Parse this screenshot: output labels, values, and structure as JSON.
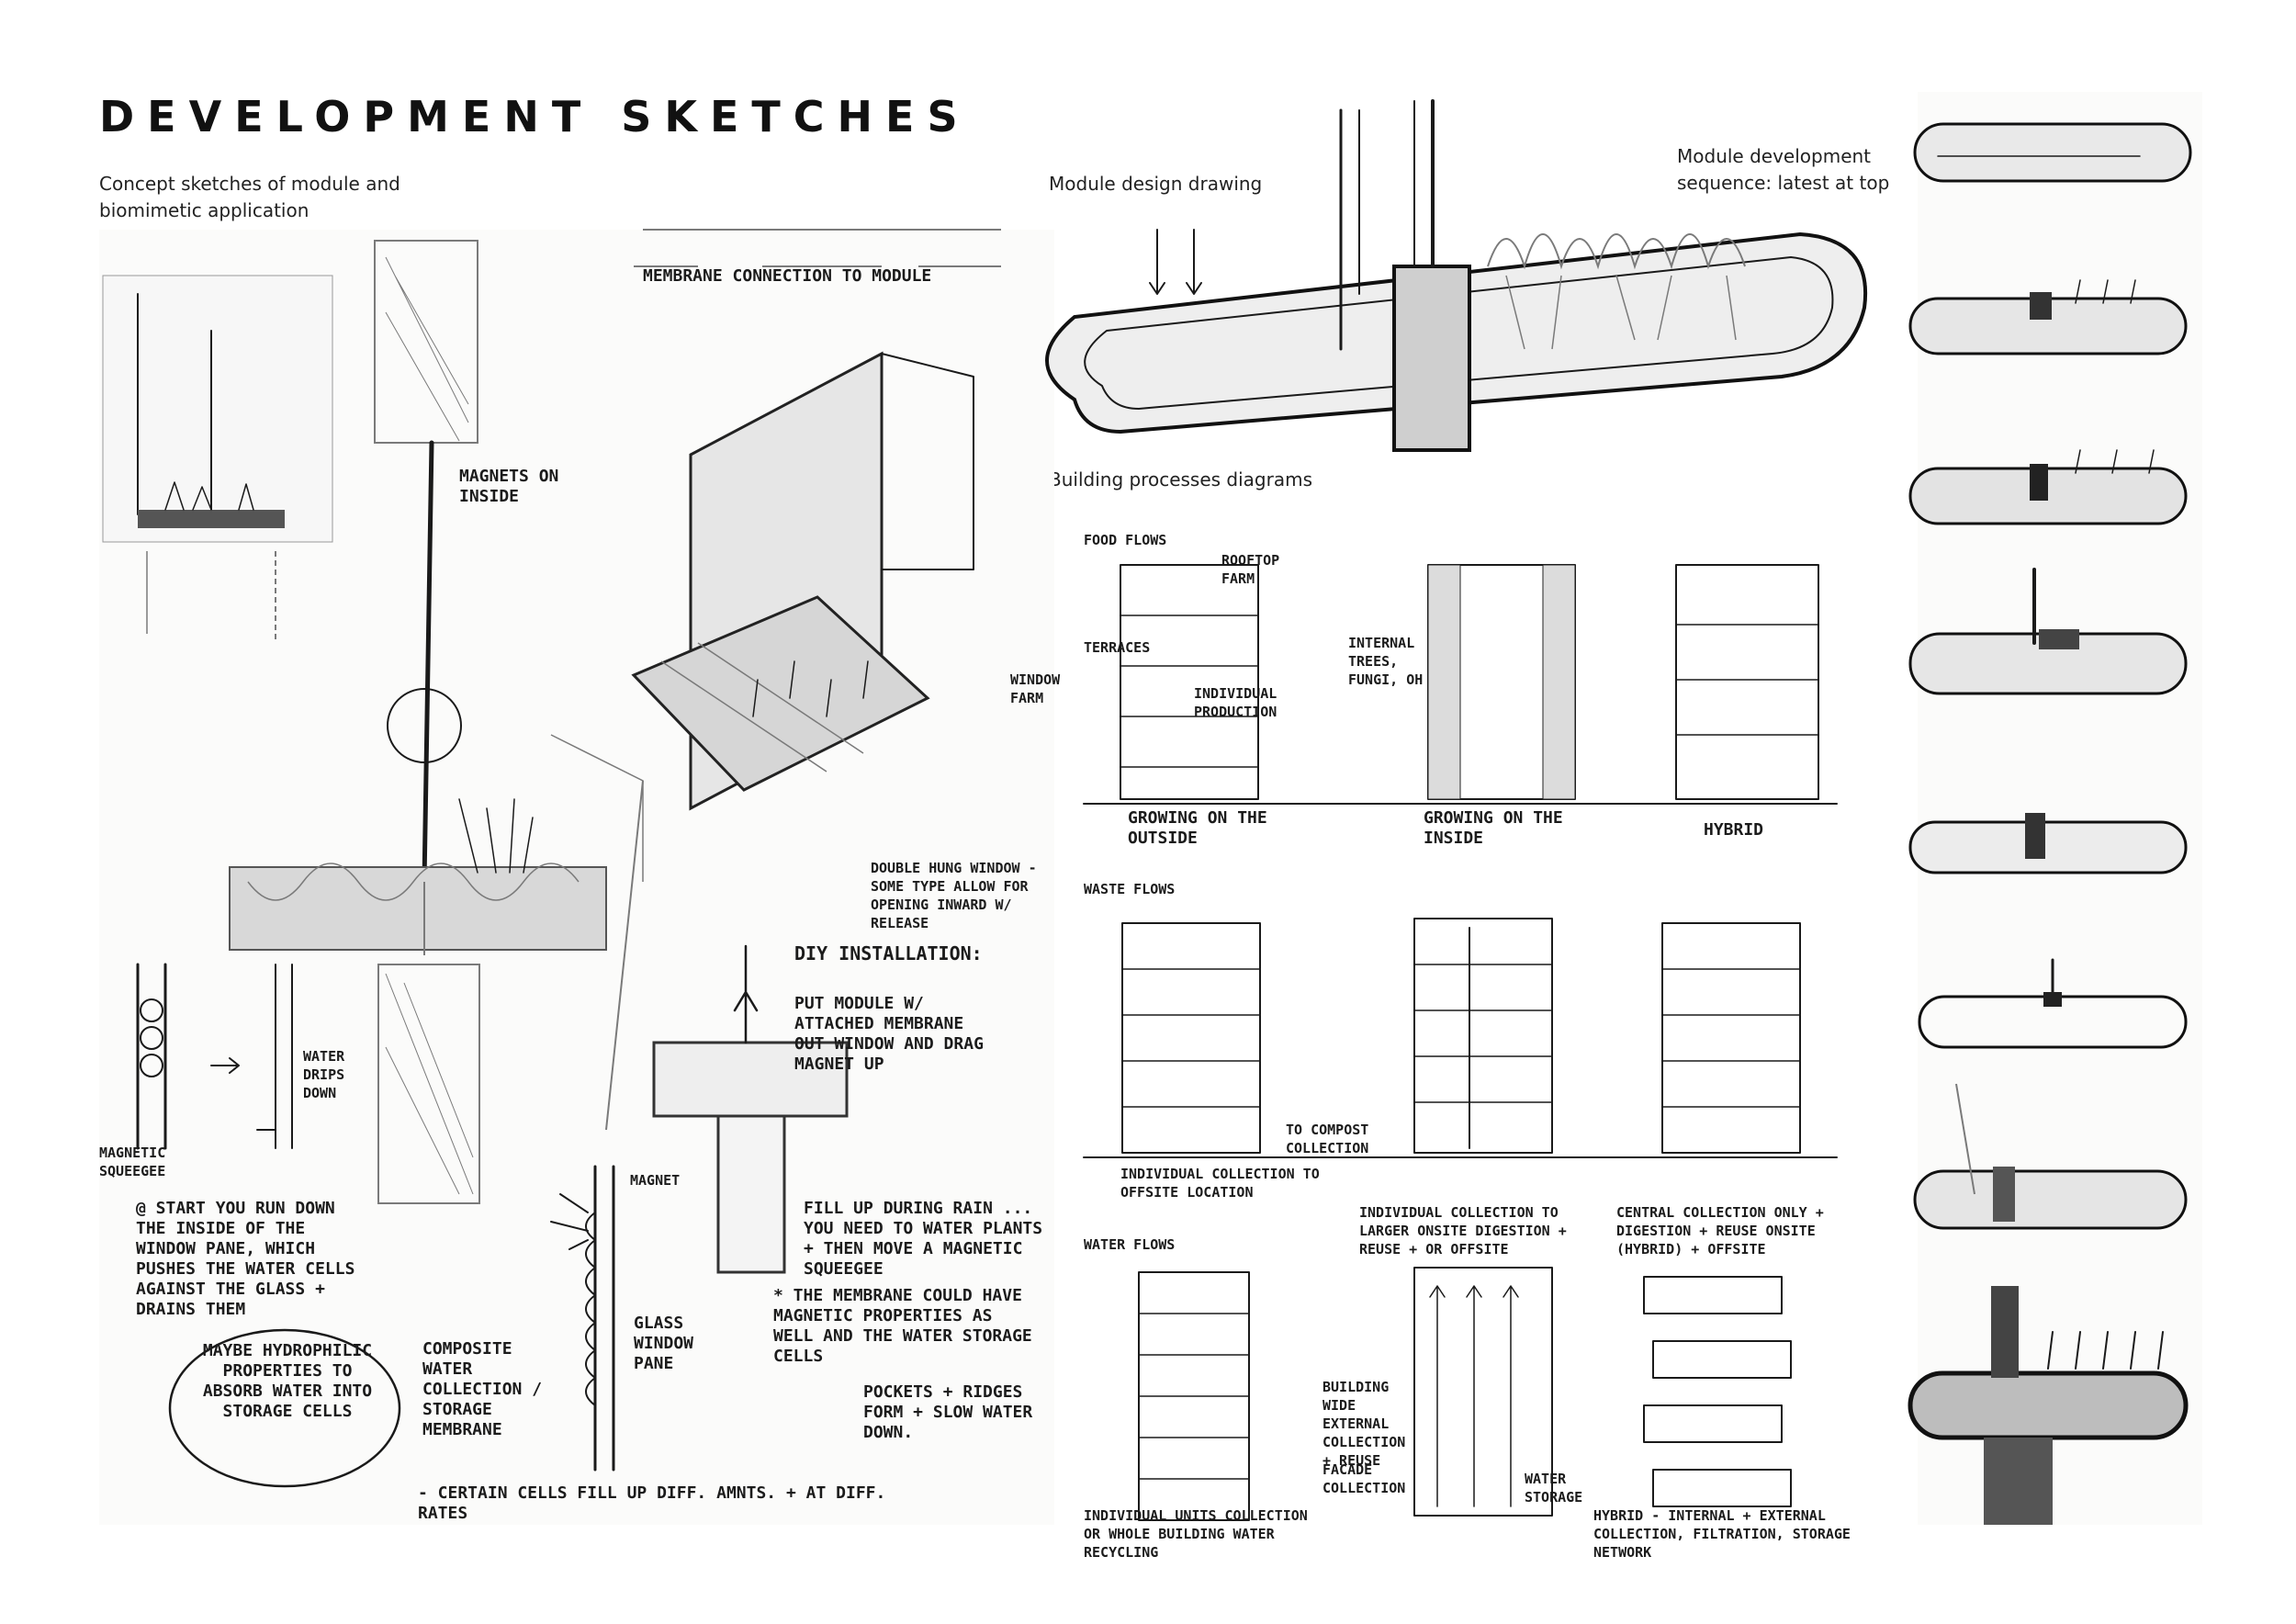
{
  "title": "DEVELOPMENT SKETCHES",
  "captions": {
    "concept": "Concept sketches of module and biomimetic application",
    "module_design": "Module design drawing",
    "building_processes": "Building processes diagrams",
    "sequence": "Module development sequence: latest at top"
  },
  "notes": {
    "magnets": "MAGNETS ON INSIDE",
    "membrane": "MEMBRANE CONNECTION TO MODULE",
    "window_farm": "WINDOW FARM",
    "double_hung": "DOUBLE HUNG WINDOW - SOME TYPE ALLOW FOR OPENING INWARD W/ RELEASE",
    "diy": "DIY INSTALLATION:",
    "diy_text": "PUT MODULE W/ ATTACHED MEMBRANE OUT WINDOW AND DRAG MAGNET UP",
    "water_drips": "WATER DRIPS DOWN",
    "magnetic_squeegee": "MAGNETIC SQUEEGEE",
    "start": "@ START YOU RUN DOWN THE INSIDE OF THE WINDOW PANE, WHICH PUSHES THE WATER CELLS AGAINST THE GLASS + DRAINS THEM",
    "fill_up": "FILL UP DURING RAIN ... YOU NEED TO WATER PLANTS + THEN MOVE A MAGNETIC SQUEEGEE",
    "magnet": "MAGNET",
    "membrane_magnetic": "* THE MEMBRANE COULD HAVE MAGNETIC PROPERTIES AS WELL AND THE WATER STORAGE CELLS",
    "glass": "GLASS WINDOW PANE",
    "composite": "COMPOSITE WATER COLLECTION / STORAGE MEMBRANE",
    "hydrophilic": "MAYBE HYDROPHILIC PROPERTIES TO ABSORB WATER INTO STORAGE CELLS",
    "pockets": "POCKETS + RIDGES FORM + SLOW WATER DOWN.",
    "certain": "- CERTAIN CELLS FILL UP DIFF. AMNTS. + AT DIFF. RATES",
    "growing_outside": "GROWING ON THE OUTSIDE",
    "growing_inside": "GROWING ON THE INSIDE",
    "hybrid": "HYBRID",
    "food_flows": "FOOD FLOWS",
    "rooftop_farm": "ROOFTOP FARM",
    "terraces": "TERRACES",
    "individual_production": "INDIVIDUAL PRODUCTION",
    "internal_trees": "INTERNAL TREES, FUNGI, OH",
    "waste_flows": "WASTE FLOWS",
    "individual_collection": "INDIVIDUAL COLLECTION TO OFFSITE LOCATION",
    "to_compost": "TO COMPOST COLLECTION",
    "individual_onsite": "INDIVIDUAL COLLECTION TO LARGER ONSITE DIGESTION + REUSE + OR OFFSITE",
    "central_collection": "CENTRAL COLLECTION ONLY + DIGESTION + REUSE ONSITE (HYBRID) + OFFSITE",
    "water_flows": "WATER FLOWS",
    "building_wide": "BUILDING WIDE EXTERNAL COLLECTION + REUSE",
    "facade": "FACADE COLLECTION",
    "water_storage": "WATER STORAGE",
    "hybrid_water": "HYBRID - INTERNAL + EXTERNAL COLLECTION, FILTRATION, STORAGE NETWORK",
    "individual_water": "INDIVIDUAL UNITS COLLECTION OR WHOLE BUILDING WATER RECYCLING"
  },
  "colors": {
    "ink": "#1a1a1a",
    "pencil": "#7a7a7a",
    "paper": "#ffffff"
  }
}
